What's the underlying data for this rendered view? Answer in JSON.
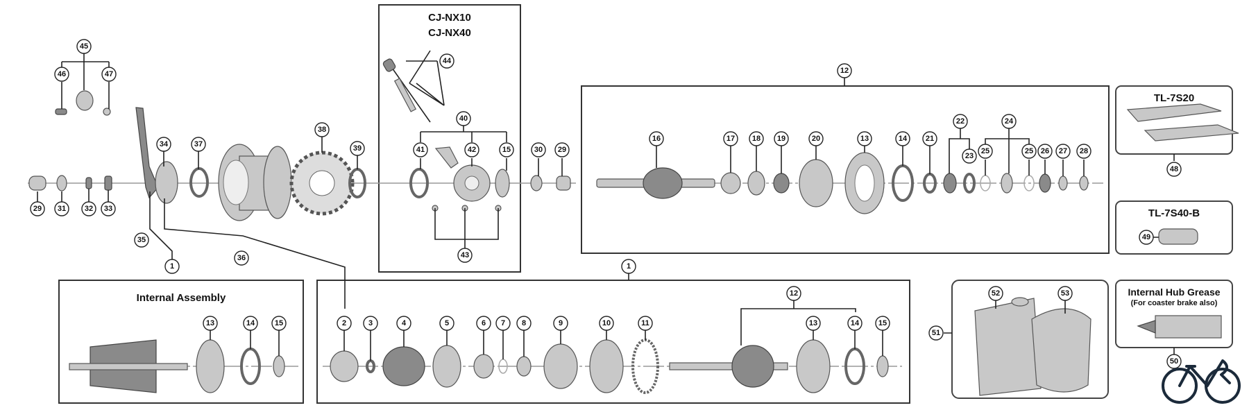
{
  "titles": {
    "cj_line1": "CJ-NX10",
    "cj_line2": "CJ-NX40",
    "internal_assembly": "Internal Assembly",
    "tool1": "TL-7S20",
    "tool2": "TL-7S40-B",
    "grease_line1": "Internal Hub Grease",
    "grease_line2": "(For coaster brake also)"
  },
  "callouts": [
    "45",
    "46",
    "47",
    "34",
    "37",
    "38",
    "39",
    "29",
    "31",
    "32",
    "33",
    "35",
    "36",
    "1",
    "44",
    "40",
    "41",
    "42",
    "15",
    "43",
    "30",
    "29",
    "12",
    "16",
    "17",
    "18",
    "19",
    "20",
    "13",
    "14",
    "21",
    "22",
    "23",
    "24",
    "25",
    "25",
    "26",
    "27",
    "28",
    "48",
    "49",
    "1",
    "13",
    "14",
    "15",
    "2",
    "3",
    "4",
    "5",
    "6",
    "7",
    "8",
    "9",
    "10",
    "11",
    "12",
    "13",
    "14",
    "15",
    "51",
    "52",
    "53",
    "50"
  ],
  "logo": "bike-logo",
  "colors": {
    "line": "#222222",
    "part": "#c8c8c8",
    "logo": "#1b2a3a"
  }
}
